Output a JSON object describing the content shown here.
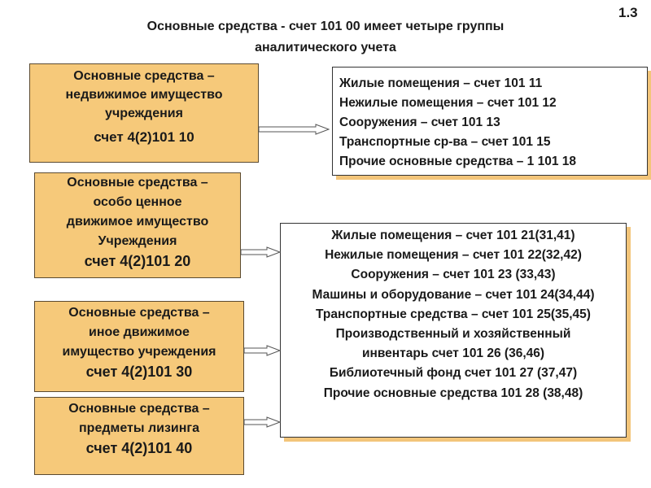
{
  "slide_number": "1.3",
  "title": {
    "line1": "Основные средства  - счет  101 00 имеет четыре группы",
    "line2": "аналитического учета"
  },
  "groups": [
    {
      "lines": [
        "Основные средства –",
        "недвижимое  имущество",
        "учреждения"
      ],
      "account": "счет 4(2)101 10"
    },
    {
      "lines": [
        "Основные средства –",
        "особо  ценное",
        "движимое  имущество",
        "Учреждения"
      ],
      "account": "счет 4(2)101 20"
    },
    {
      "lines": [
        "Основные средства –",
        "иное движимое",
        "имущество учреждения"
      ],
      "account": "счет 4(2)101 30"
    },
    {
      "lines": [
        "Основные средства –",
        "предметы лизинга"
      ],
      "account": "счет 4(2)101 40"
    }
  ],
  "list_real_estate": [
    "Жилые помещения – счет 101 11",
    "Нежилые помещения – счет  101 12",
    "Сооружения – счет  101 13",
    "Транспортные ср-ва – счет  101 15",
    "Прочие основные средства – 1 101 18"
  ],
  "list_movable": [
    "Жилые помещения – счет 101 21(31,41)",
    "Нежилые помещения – счет  101 22(32,42)",
    "Сооружения – счет 101 23 (33,43)",
    "Машины и оборудование – счет 101 24(34,44)",
    "Транспортные средства – счет 101 25(35,45)",
    "Производственный и хозяйственный",
    "инвентарь  счет 101 26 (36,46)",
    "Библиотечный фонд счет 101 27 (37,47)",
    "Прочие основные средства 101 28 (38,48)"
  ]
}
